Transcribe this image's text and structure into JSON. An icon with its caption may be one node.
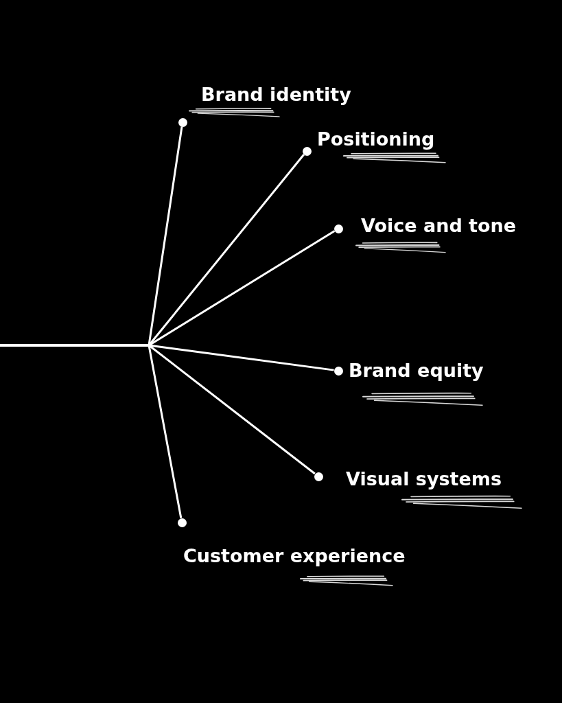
{
  "diagram": {
    "nodes": [
      {
        "text": [],
        "shape": "circle",
        "beside": [
          "Brand identity"
        ]
      },
      {
        "text": [],
        "shape": "circle",
        "beside": [
          "Positioning"
        ]
      },
      {
        "text": [],
        "shape": "circle",
        "beside": [
          "Voice and tone"
        ]
      },
      {
        "text": [],
        "shape": "circle",
        "beside": [
          "Brand equity"
        ]
      },
      {
        "text": [],
        "shape": "circle",
        "beside": [
          "Visual systems"
        ]
      },
      {
        "text": [],
        "shape": "circle",
        "beside": [
          "Customer experience"
        ]
      }
    ],
    "edges": [
      {
        "from": null,
        "to": 0,
        "arrow": "none"
      },
      {
        "from": null,
        "to": 1,
        "arrow": "none"
      },
      {
        "from": null,
        "to": 2,
        "arrow": "none"
      },
      {
        "from": null,
        "to": 3,
        "arrow": "none"
      },
      {
        "from": null,
        "to": 4,
        "arrow": "none"
      },
      {
        "from": null,
        "to": 5,
        "arrow": "none"
      }
    ]
  }
}
